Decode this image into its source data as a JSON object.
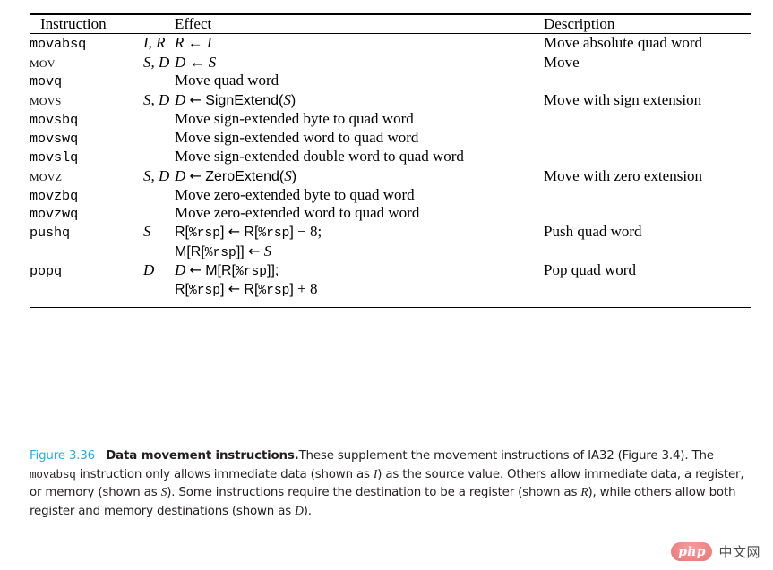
{
  "table": {
    "headers": {
      "instruction": "Instruction",
      "effect": "Effect",
      "description": "Description"
    },
    "rows": [
      {
        "instruction": "movabsq",
        "instruction_style": "mono",
        "operands": "I, R",
        "effect": "R ← I",
        "description": "Move absolute quad word",
        "gap": "big"
      },
      {
        "instruction": "mov",
        "instruction_style": "smallcaps",
        "operands": "S, D",
        "effect": "D ← S",
        "description": "Move",
        "gap": "big"
      },
      {
        "instruction": "movq",
        "instruction_style": "mono",
        "operands": "",
        "effect": "Move quad word",
        "description": "",
        "gap": "big"
      },
      {
        "instruction": "movs",
        "instruction_style": "smallcaps",
        "operands": "S, D",
        "effect": "D ← SignExtend(S)",
        "description": "Move with sign extension",
        "gap": "big"
      },
      {
        "instruction": "movsbq",
        "instruction_style": "mono",
        "operands": "",
        "effect": "Move sign-extended byte to quad word",
        "description": "",
        "gap": "big"
      },
      {
        "instruction": "movswq",
        "instruction_style": "mono",
        "operands": "",
        "effect": "Move sign-extended word to quad word",
        "description": "",
        "gap": "small"
      },
      {
        "instruction": "movslq",
        "instruction_style": "mono",
        "operands": "",
        "effect": "Move sign-extended double word to quad word",
        "description": "",
        "gap": "small"
      },
      {
        "instruction": "movz",
        "instruction_style": "smallcaps",
        "operands": "S, D",
        "effect": "D ← ZeroExtend(S)",
        "description": "Move with zero extension",
        "gap": "big"
      },
      {
        "instruction": "movzbq",
        "instruction_style": "mono",
        "operands": "",
        "effect": "Move zero-extended byte to quad word",
        "description": "",
        "gap": "big"
      },
      {
        "instruction": "movzwq",
        "instruction_style": "mono",
        "operands": "",
        "effect": "Move zero-extended word to quad word",
        "description": "",
        "gap": "small"
      },
      {
        "instruction": "pushq",
        "instruction_style": "mono",
        "operands": "S",
        "effect": "R[%rsp] ← R[%rsp] − 8;",
        "effect_line2": "M[R[%rsp]] ← S",
        "description": "Push quad word",
        "gap": "big"
      },
      {
        "instruction": "popq",
        "instruction_style": "mono",
        "operands": "D",
        "effect": "D ← M[R[%rsp]];",
        "effect_line2": "R[%rsp] ← R[%rsp] + 8",
        "description": "Pop quad word",
        "gap": "big"
      }
    ]
  },
  "caption": {
    "figure_number": "Figure 3.36",
    "title": "Data movement instructions.",
    "body_1": "These supplement the movement instructions of IA32 (Figure 3.4). The ",
    "mono_1": "movabsq",
    "body_2": " instruction only allows immediate data (shown as ",
    "ital_1": "I",
    "body_3": ") as the source value. Others allow immediate data, a register, or memory (shown as ",
    "ital_2": "S",
    "body_4": "). Some instructions require the destination to be a register (shown as ",
    "ital_3": "R",
    "body_5": "), while others allow both register and memory destinations (shown as ",
    "ital_4": "D",
    "body_6": ")."
  },
  "watermark": {
    "logo_text": "php",
    "site_text": "中文网"
  },
  "colors": {
    "figure_number": "#29abe2",
    "text": "#231f20",
    "watermark_pill": "#ef8787"
  }
}
